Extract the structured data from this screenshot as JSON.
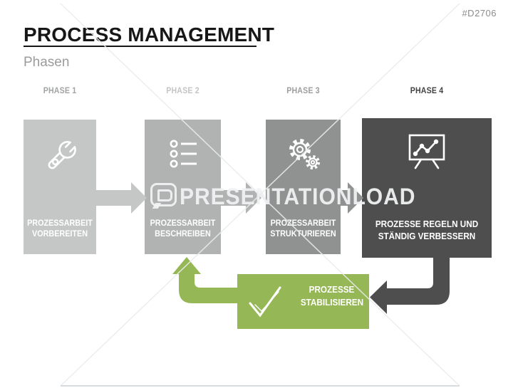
{
  "ref_code": "#D2706",
  "header": {
    "title": "PROCESS MANAGEMENT",
    "subtitle": "Phasen"
  },
  "phases": [
    {
      "label": "PHASE 1",
      "text_line1": "PROZESSARBEIT",
      "text_line2": "VORBEREITEN",
      "icon": "wrench-icon",
      "box_color": "#c5c7c6"
    },
    {
      "label": "PHASE 2",
      "text_line1": "PROZESSARBEIT",
      "text_line2": "BESCHREIBEN",
      "icon": "checklist-icon",
      "box_color": "#b1b3b2"
    },
    {
      "label": "PHASE 3",
      "text_line1": "PROZESSARBEIT",
      "text_line2": "STRUKTURIEREN",
      "icon": "gears-icon",
      "box_color": "#909291"
    },
    {
      "label": "PHASE 4",
      "text_line1": "PROZESSE REGELN UND",
      "text_line2": "STÄNDIG VERBESSERN",
      "icon": "chart-board-icon",
      "box_color": "#4d4e4d"
    }
  ],
  "loop_box": {
    "text_line1": "PROZESSE",
    "text_line2": "STABILISIEREN",
    "icon": "double-checkmark-icon",
    "color": "#96b755"
  },
  "watermark": {
    "text": "PRESENTATIONLOAD",
    "logo": "presentationload-speech-bubble-logo"
  },
  "colors": {
    "arrow_phase1": "#c5c7c6",
    "arrow_phase2": "#b1b3b2",
    "arrow_phase3": "#909291",
    "dark_elbow_arrow": "#4d4e4d",
    "green_elbow_arrow": "#96b755",
    "title_text": "#171717",
    "subtitle_text": "#9a9b9a",
    "ref_text": "#8c8c8c"
  }
}
